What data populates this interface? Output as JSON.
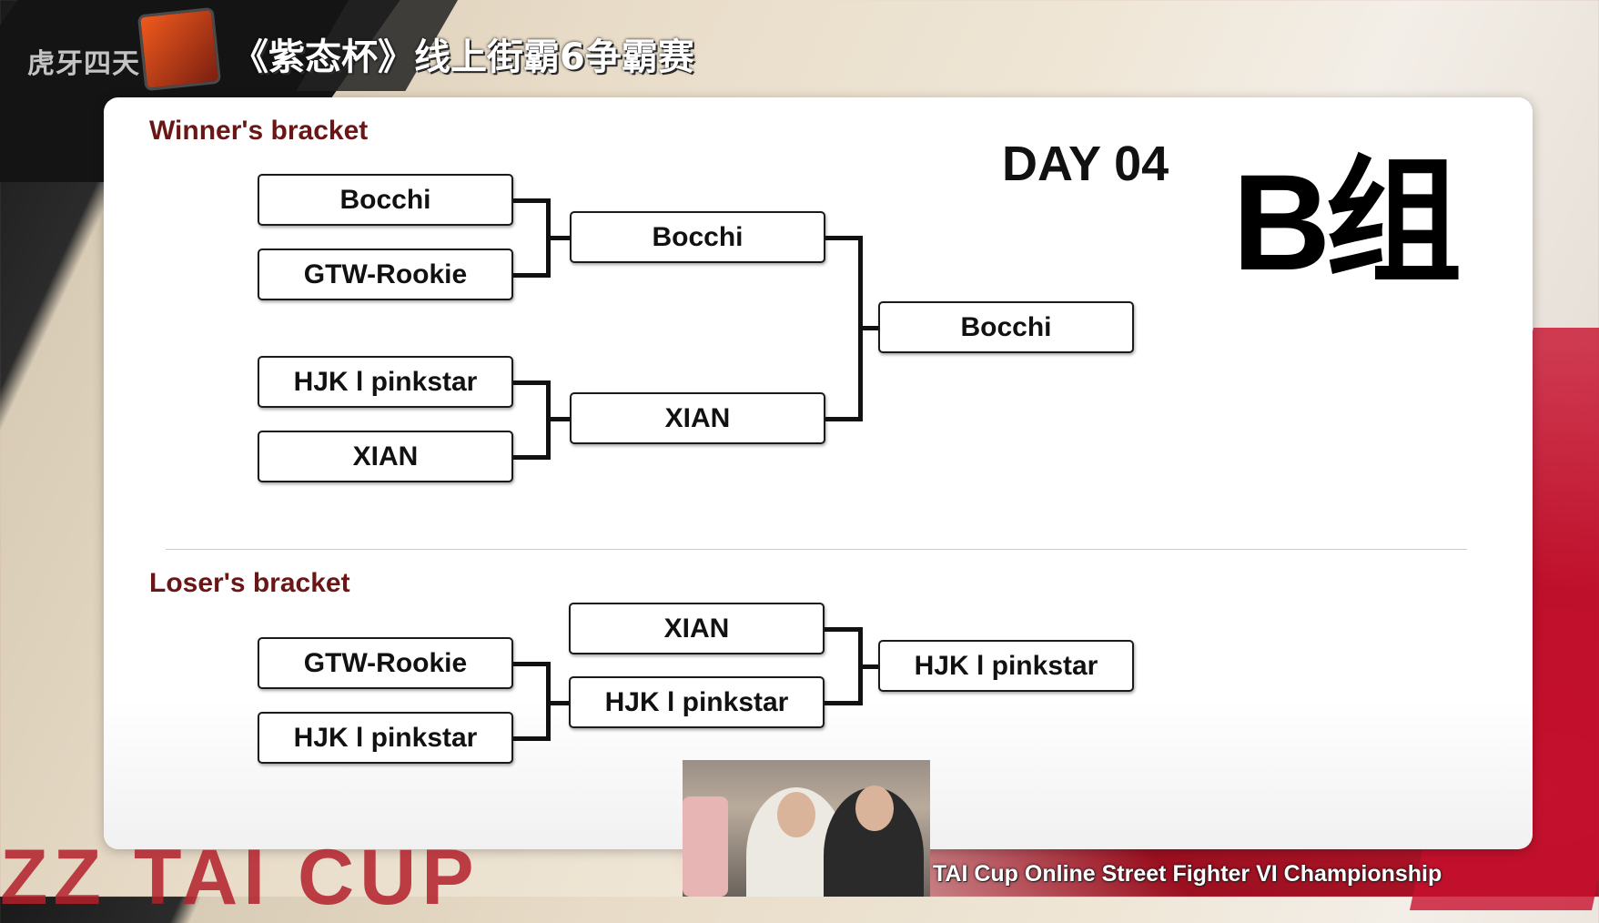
{
  "header": {
    "watermark": "虎牙四天",
    "title": "《紫态杯》线上街霸6争霸赛"
  },
  "card": {
    "winners_title": "Winner's bracket",
    "losers_title": "Loser's bracket",
    "day_label": "DAY 04",
    "group_label": "B组"
  },
  "winners": {
    "round1": [
      "Bocchi",
      "GTW-Rookie",
      "HJK l pinkstar",
      "XIAN"
    ],
    "round2": [
      "Bocchi",
      "XIAN"
    ],
    "final": "Bocchi"
  },
  "losers": {
    "round1": [
      "GTW-Rookie",
      "HJK l pinkstar"
    ],
    "round2": [
      "XIAN",
      "HJK l pinkstar"
    ],
    "final": "HJK l pinkstar"
  },
  "footer": {
    "banner": "ZZ TAI CUP",
    "subtitle": "TAI Cup Online Street Fighter VI Championship"
  },
  "colors": {
    "section_title": "#6b1616",
    "accent_red": "#b3202b"
  }
}
